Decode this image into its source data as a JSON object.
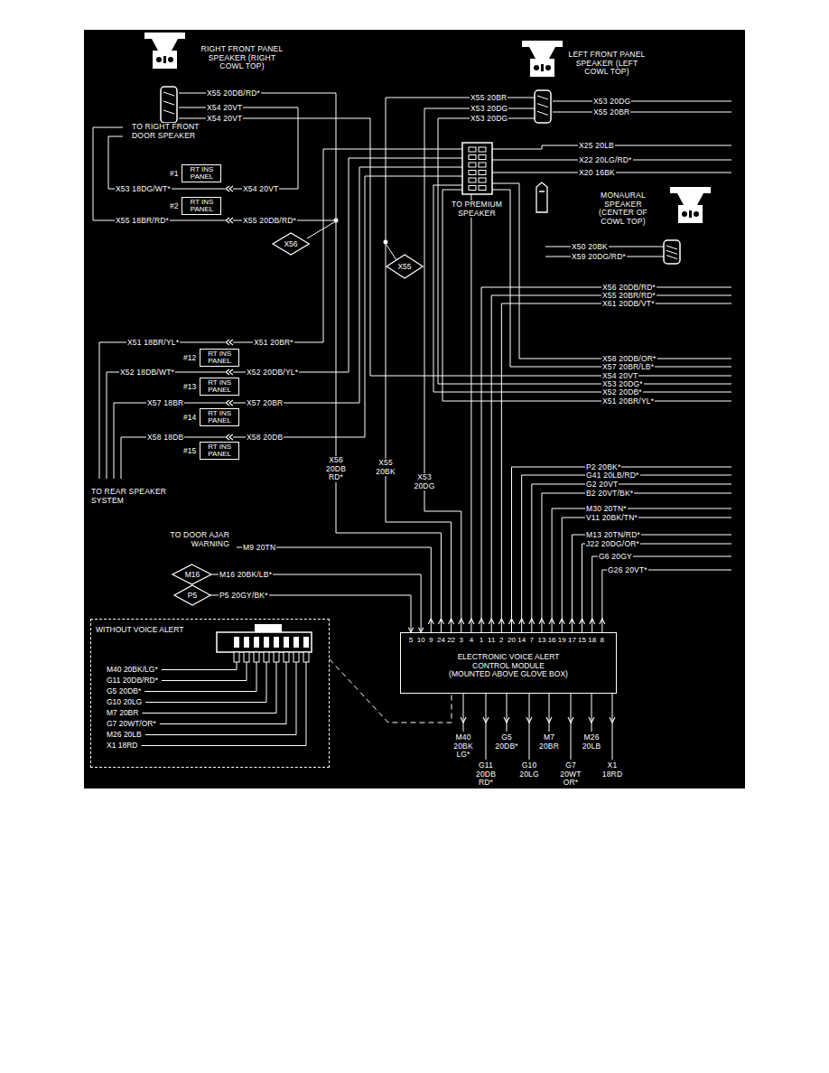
{
  "diagram": {
    "nodes": [
      {
        "text": [
          "#1",
          "RT INS PANEL"
        ]
      },
      {
        "text": [
          "#2",
          "RT INS PANEL"
        ]
      },
      {
        "text": [
          "#12",
          "RT INS PANEL"
        ]
      },
      {
        "text": [
          "#13",
          "RT INS PANEL"
        ]
      },
      {
        "text": [
          "#14",
          "RT INS PANEL"
        ]
      },
      {
        "text": [
          "#15",
          "RT INS PANEL"
        ]
      },
      {
        "text": [
          "X56"
        ]
      },
      {
        "text": [
          "X55"
        ]
      },
      {
        "text": [
          "M16"
        ]
      },
      {
        "text": [
          "P5"
        ]
      },
      {
        "text": [
          "ELECTRONIC VOICE ALERT CONTROL MODULE",
          "(MOUNTED ABOVE GLOVE BOX)"
        ]
      },
      {
        "text": [
          "WITHOUT VOICE ALERT",
          "M40 20BK/LG*",
          "G11 20DB/RD*",
          "G5 20DB*",
          "G10 20LG",
          "M7 20BR",
          "G7 20WT/OR*",
          "M26 20LB",
          "X1 18RD"
        ]
      }
    ],
    "edges": [
      {
        "from": 8,
        "to": 10,
        "arrow": "to"
      },
      {
        "from": 9,
        "to": 10,
        "arrow": "to"
      },
      {
        "from": 11,
        "to": 10,
        "arrow": "none"
      }
    ],
    "labels": [
      "RIGHT FRONT PANEL SPEAKER (RIGHT COWL TOP)",
      "X55 20DB/RD*",
      "X54 20VT",
      "X54 20VT",
      "TO RIGHT FRONT DOOR SPEAKER",
      "X53 18DG/WT*",
      "X54 20VT",
      "X55 18BR/RD*",
      "X55 20DB/RD*",
      "LEFT FRONT PANEL SPEAKER (LEFT COWL TOP)",
      "X55 20BR",
      "X53 20DG",
      "X53 20DG",
      "X53 20DG",
      "X55 20BR",
      "X25 20LB",
      "X22 20LG/RD*",
      "X20 16BK",
      "TO PREMIUM SPEAKER",
      "MONAURAL SPEAKER (CENTER OF COWL TOP)",
      "X50 20BK",
      "X59 20DG/RD*",
      "X56 20DB/RD*",
      "X55 20BR/RD*",
      "X61 20DB/VT*",
      "X58 20DB/OR*",
      "X57 20BR/LB*",
      "X54 20VT",
      "X53 20DG*",
      "X52 20DB*",
      "X51 20BR/YL*",
      "X51 18BR/YL*",
      "X51 20BR*",
      "X52 18DB/WT*",
      "X52 20DB/YL*",
      "X57 18BR",
      "X57 20BR",
      "X58 18DB",
      "X58 20DB",
      "TO REAR SPEAKER SYSTEM",
      "X56 20DB RD*",
      "X55 20BK",
      "X53 20DG",
      "P2 20BK*",
      "G41 20LB/RD*",
      "G2 20VT",
      "B2 20VT/BK*",
      "M30 20TN*",
      "V11 20BK/TN*",
      "M13 20TN/RD*",
      "J22 20DG/OR*",
      "G6 20GY",
      "G26 20VT*",
      "TO DOOR AJAR WARNING",
      "M9 20TN",
      "M16 20BK/LB*",
      "P5 20GY/BK*",
      "5",
      "10",
      "9",
      "24",
      "22",
      "3",
      "4",
      "1",
      "11",
      "2",
      "20",
      "14",
      "7",
      "13",
      "16",
      "19",
      "17",
      "15",
      "18",
      "8",
      "M40 20BK LG*",
      "G11 20DB RD*",
      "G5 20DB*",
      "G10 20LG",
      "M7 20BR",
      "G7 20WT OR*",
      "M26 20LB",
      "X1 18RD"
    ]
  }
}
